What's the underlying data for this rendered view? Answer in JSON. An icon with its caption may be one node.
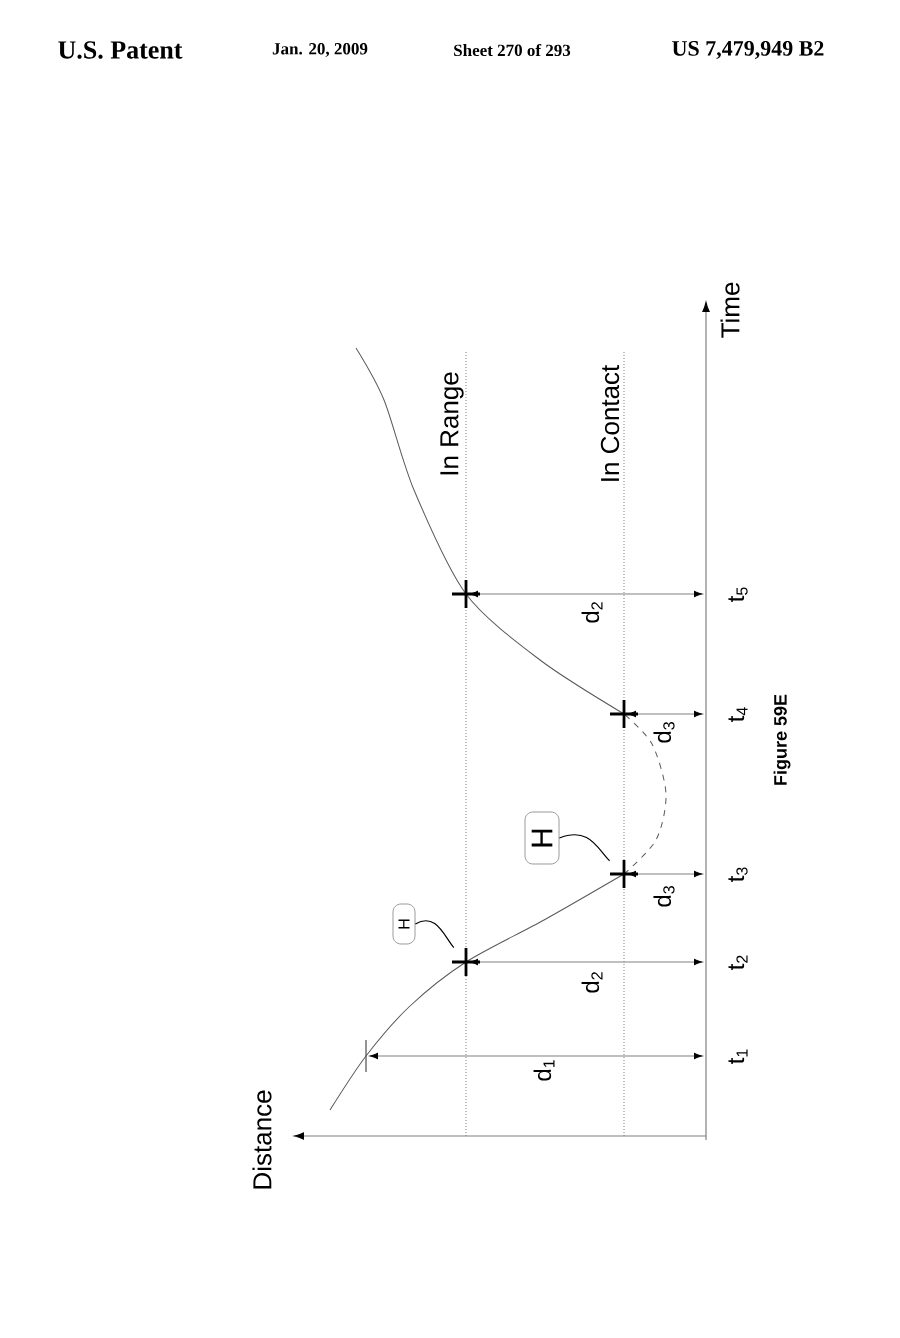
{
  "diagram": {
    "caption": "Figure 59E",
    "nodes": [
      {
        "text": [
          "H"
        ]
      },
      {
        "text": [
          "H"
        ]
      },
      {
        "text": [],
        "shape": "cross"
      },
      {
        "text": [],
        "shape": "cross"
      }
    ],
    "edges": [
      {
        "from": 0,
        "to": 2,
        "arrow": "none"
      },
      {
        "from": 1,
        "to": 3,
        "arrow": "none"
      }
    ],
    "labels": [
      "U.S. Patent",
      "Jan. 20, 2009",
      "Sheet 270 of 293",
      "US 7,479,949 B2",
      "Distance",
      "Time",
      "In Range",
      "In Contact",
      "d$_{1}$",
      "d$_{2}$",
      "d$_{3}$",
      "d$_{3}$",
      "d$_{2}$",
      "t$_{1}$",
      "t$_{2}$",
      "t$_{3}$",
      "t$_{4}$",
      "t$_{5}$"
    ]
  }
}
